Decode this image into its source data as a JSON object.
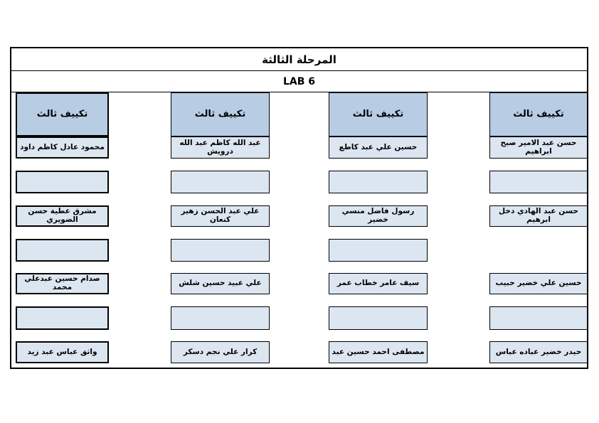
{
  "page": {
    "title": "المرحلة الثالثة",
    "lab": "LAB 6"
  },
  "columns": [
    {
      "header": "تكييف ثالث",
      "students": [
        "محمود عادل كاظم داود",
        "مشرق عطية حسن الضويري",
        "صدام حسين عبدعلي محمد",
        "واثق عباس عبد زيد"
      ],
      "empty_slots": 3
    },
    {
      "header": "تكييف ثالث",
      "students": [
        "عبد الله كاظم عبد الله درويش",
        "علي عبد الحسن زهير كنعان",
        "علي عبيد حسين شلش",
        "كرار علي نجم دسكر"
      ],
      "empty_slots": 3
    },
    {
      "header": "تكييف ثالث",
      "students": [
        "حسين علي عبد كاطع",
        "رسول فاضل منسي خضير",
        "سيف عامر خطاب عمر",
        "مصطفى احمد حسين عبد"
      ],
      "empty_slots": 3
    },
    {
      "header": "تكييف ثالث",
      "students": [
        "حسن عبد الامير صبح ابراهيم",
        "حسن عبد الهادي دخل ابرهيم",
        "حسين علي خضير حبيب",
        "حيدر خضير عباده عباس"
      ],
      "empty_slots": 2
    }
  ],
  "colors": {
    "header_fill": "#b8cce4",
    "cell_fill": "#dce6f1",
    "border": "#000000"
  }
}
